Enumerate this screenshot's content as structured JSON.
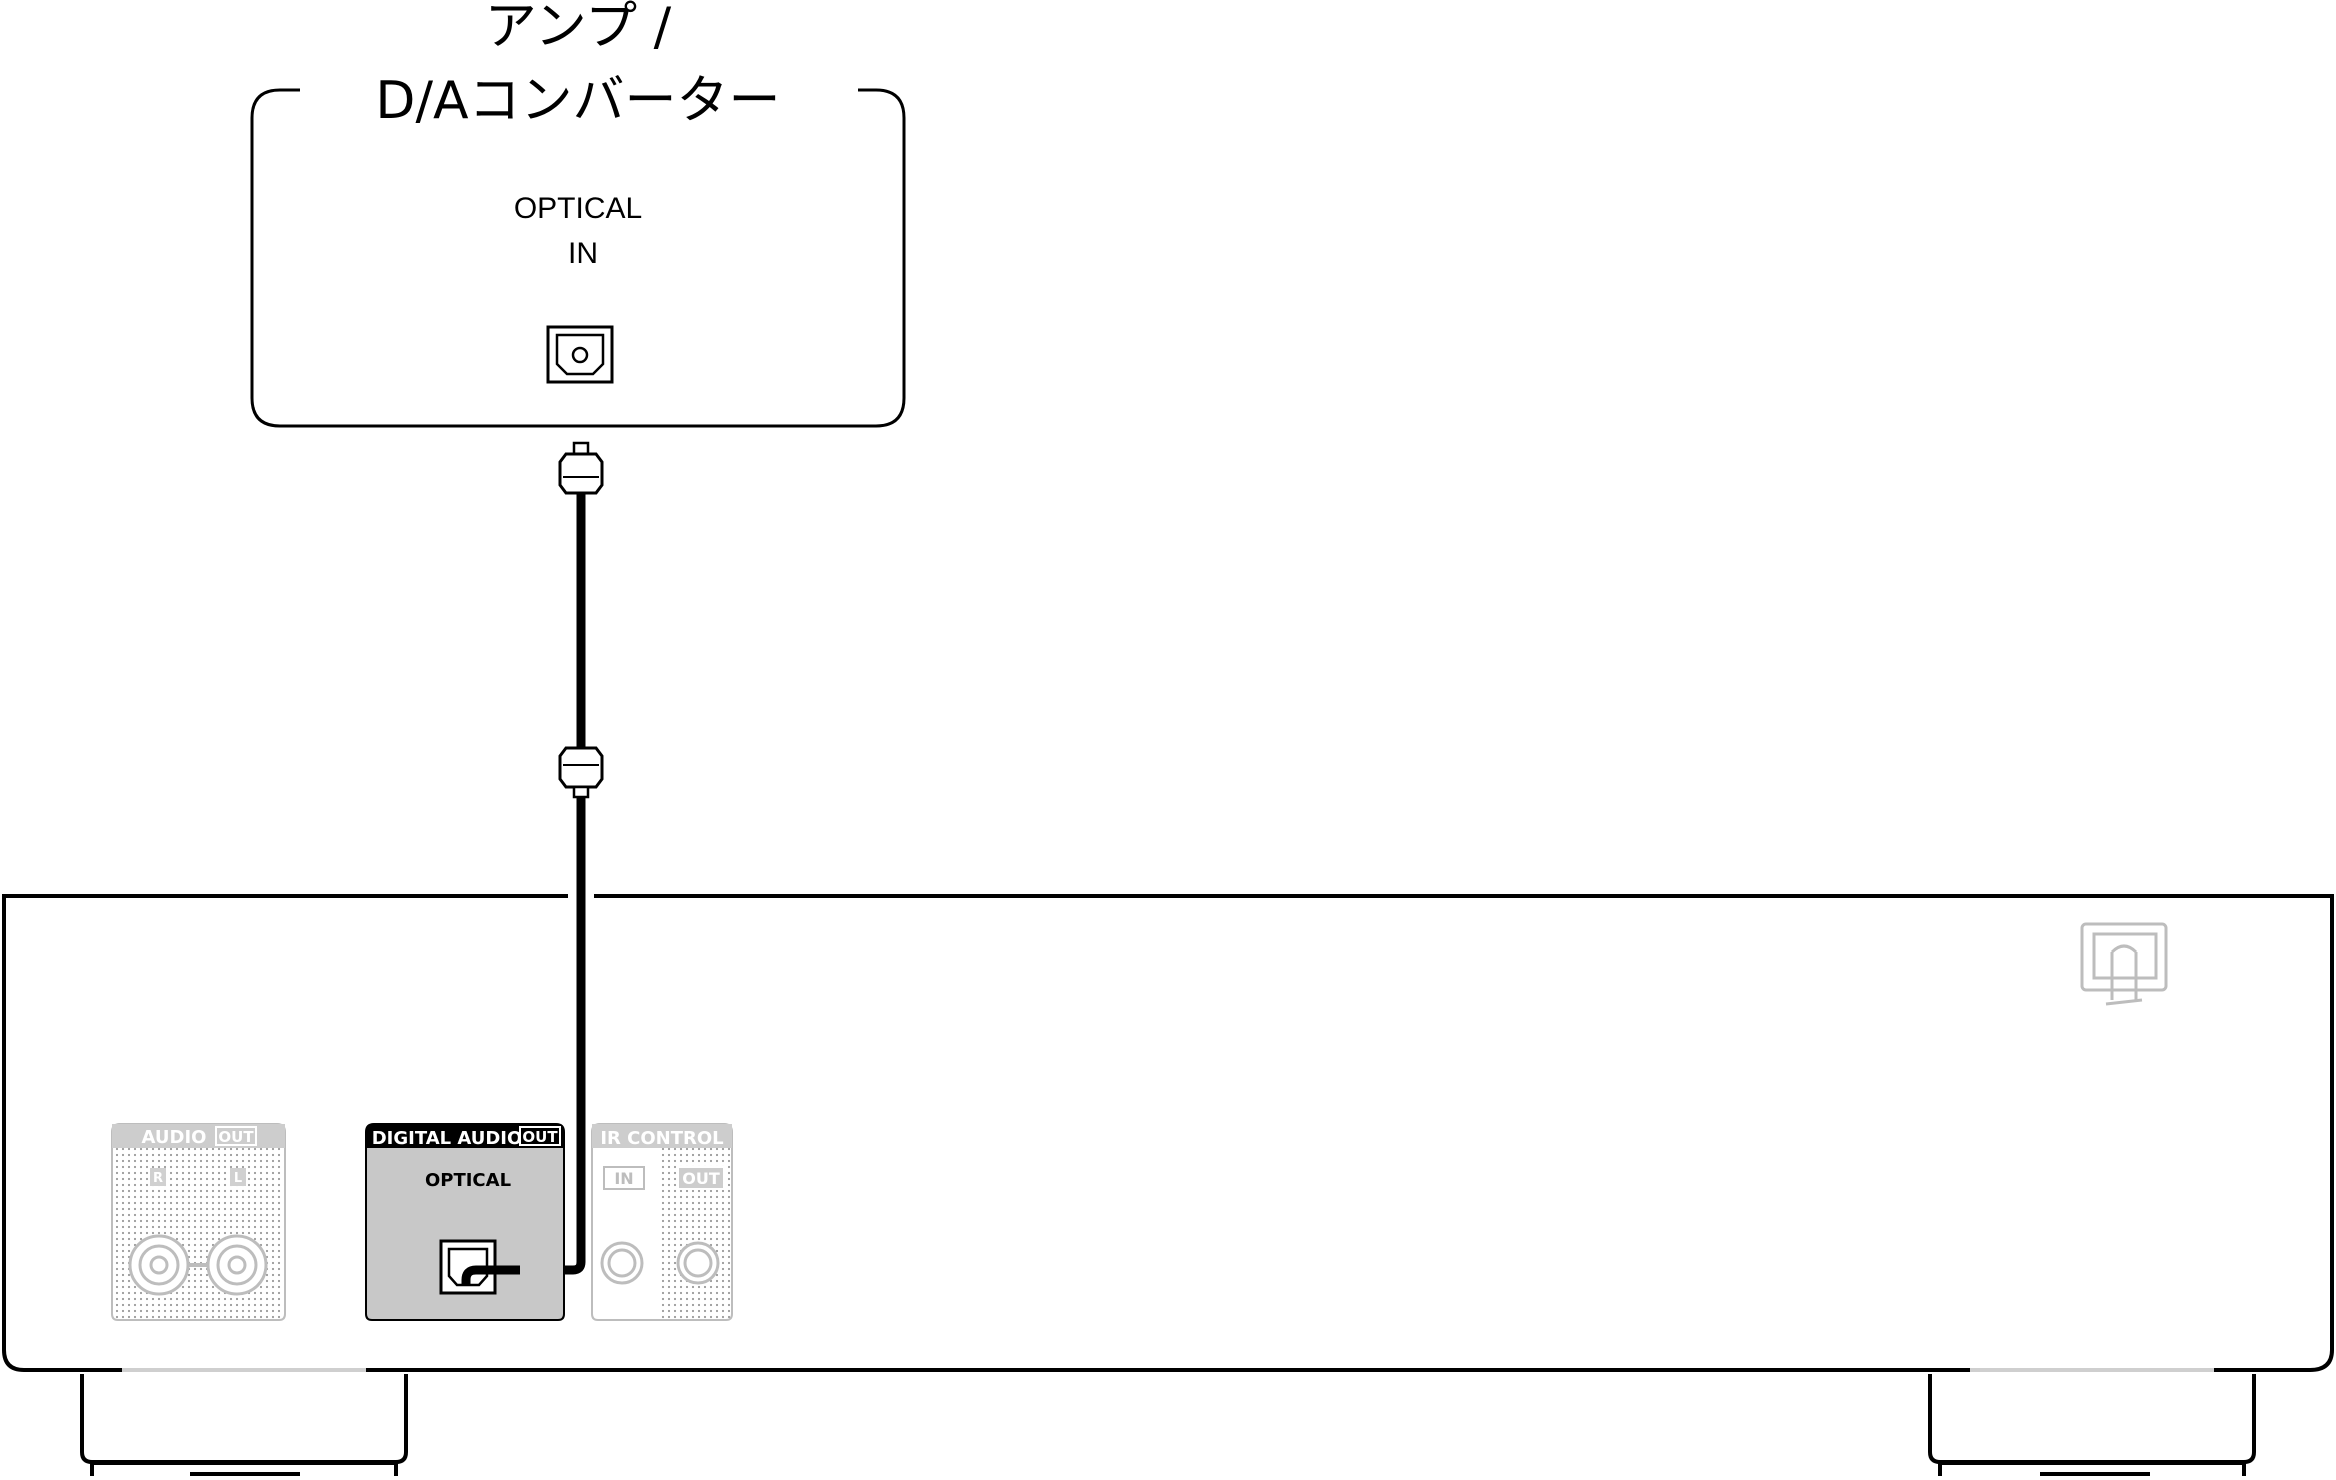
{
  "amp": {
    "title_line1": "アンプ /",
    "title_line2": "D/Aコンバーター",
    "port_label_line1": "OPTICAL",
    "port_label_line2": "IN"
  },
  "player": {
    "audio_out": {
      "header": "AUDIO",
      "badge": "OUT",
      "right_label": "R",
      "left_label": "L"
    },
    "digital_audio_out": {
      "header": "DIGITAL AUDIO",
      "badge": "OUT",
      "sub_label": "OPTICAL"
    },
    "ir_control": {
      "header": "IR CONTROL",
      "in_label": "IN",
      "out_label": "OUT"
    }
  },
  "icons": [
    "optical-port-icon",
    "optical-plug-icon",
    "rca-jack-icon",
    "ir-jack-icon",
    "power-inlet-icon"
  ],
  "colors": {
    "line": "#000000",
    "panel_active": "#c8c8c8",
    "panel_inactive": "#d9d9d9",
    "panel_inactive_text": "#ffffff"
  }
}
